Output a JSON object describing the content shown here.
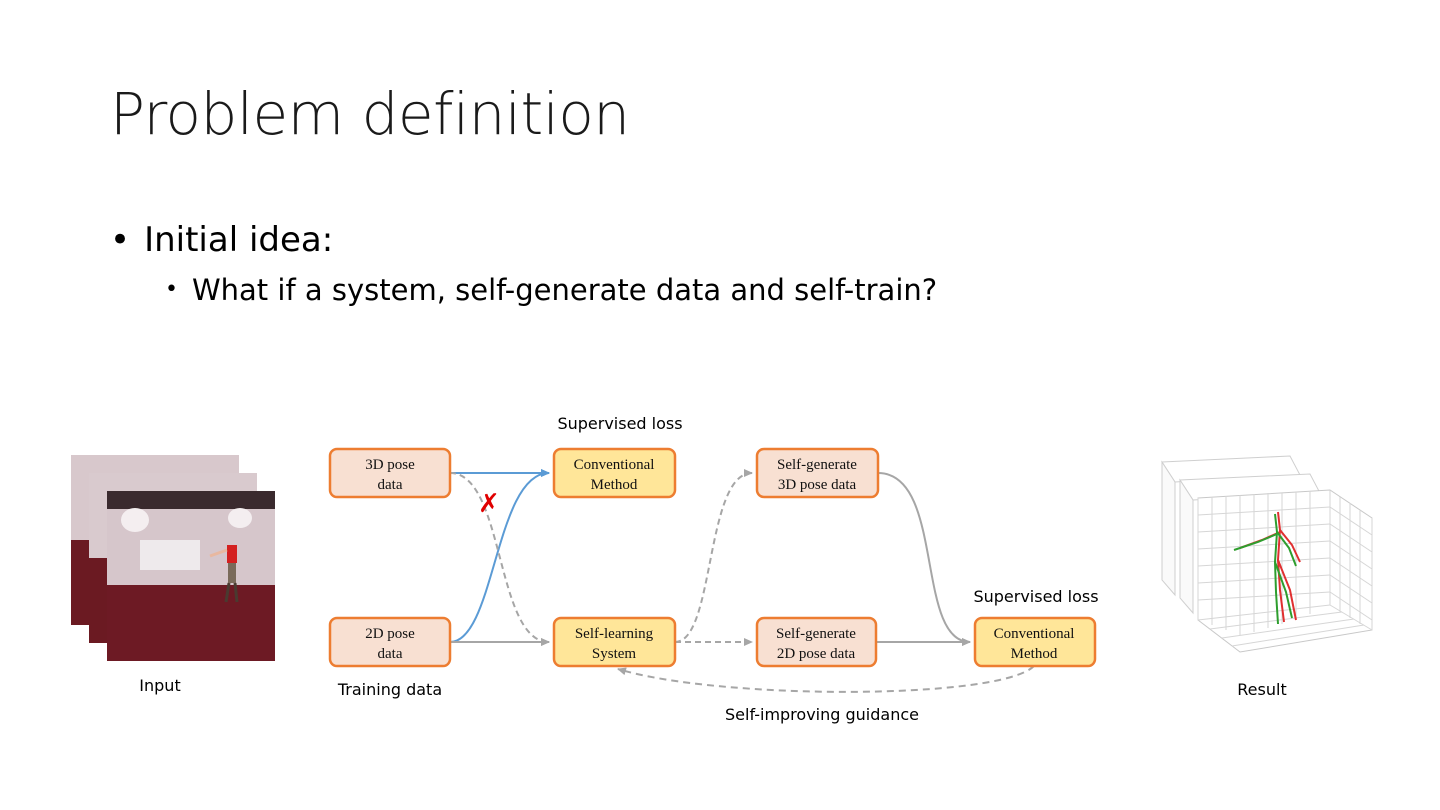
{
  "slide": {
    "title": "Problem definition",
    "bullet1": "Initial idea:",
    "bullet2": "What if a system, self-generate data and self-train?"
  },
  "diagram": {
    "boxes": {
      "pose3d": [
        "3D pose",
        "data"
      ],
      "pose2d": [
        "2D pose",
        "data"
      ],
      "conv_top": [
        "Conventional",
        "Method"
      ],
      "self_learning": [
        "Self-learning",
        "System"
      ],
      "selfgen3d": [
        "Self-generate",
        "3D pose data"
      ],
      "selfgen2d": [
        "Self-generate",
        "2D pose data"
      ],
      "conv_right": [
        "Conventional",
        "Method"
      ]
    },
    "labels": {
      "input": "Input",
      "training_data": "Training data",
      "supervised_loss_top": "Supervised loss",
      "supervised_loss_right": "Supervised loss",
      "self_improving": "Self-improving guidance",
      "result": "Result"
    },
    "cross_mark": "✗",
    "colors": {
      "box_light_fill": "#F8E0D2",
      "box_yellow_fill": "#FFE699",
      "box_border": "#ED7D31",
      "blue_arrow": "#5B9BD5",
      "gray_arrow": "#A6A6A6",
      "cross": "#E00000"
    }
  }
}
